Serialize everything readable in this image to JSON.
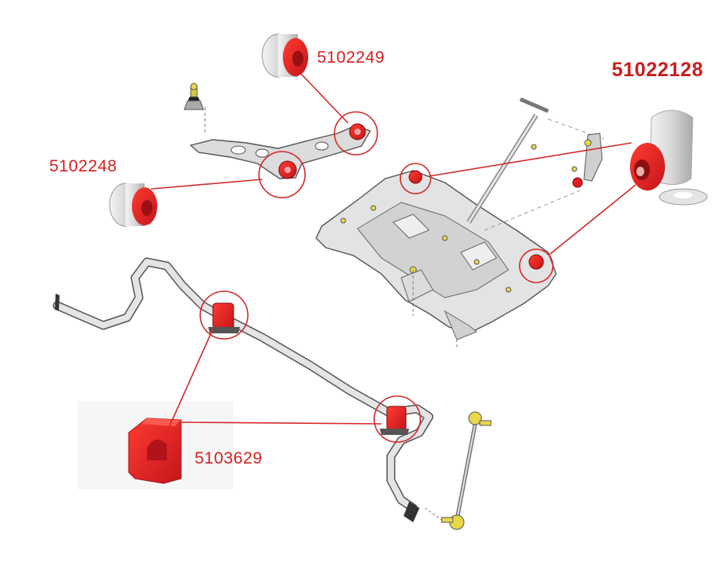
{
  "colors": {
    "accent": "#e01b22",
    "leader": "#d42a2a",
    "metal": "#d9d9d9",
    "outline": "#555555",
    "bolt": "#e8d84a"
  },
  "labels": {
    "upper_bush": "5102249",
    "lower_bush": "5102248",
    "subframe_bush": "51022128",
    "stab_bush": "5103629"
  }
}
